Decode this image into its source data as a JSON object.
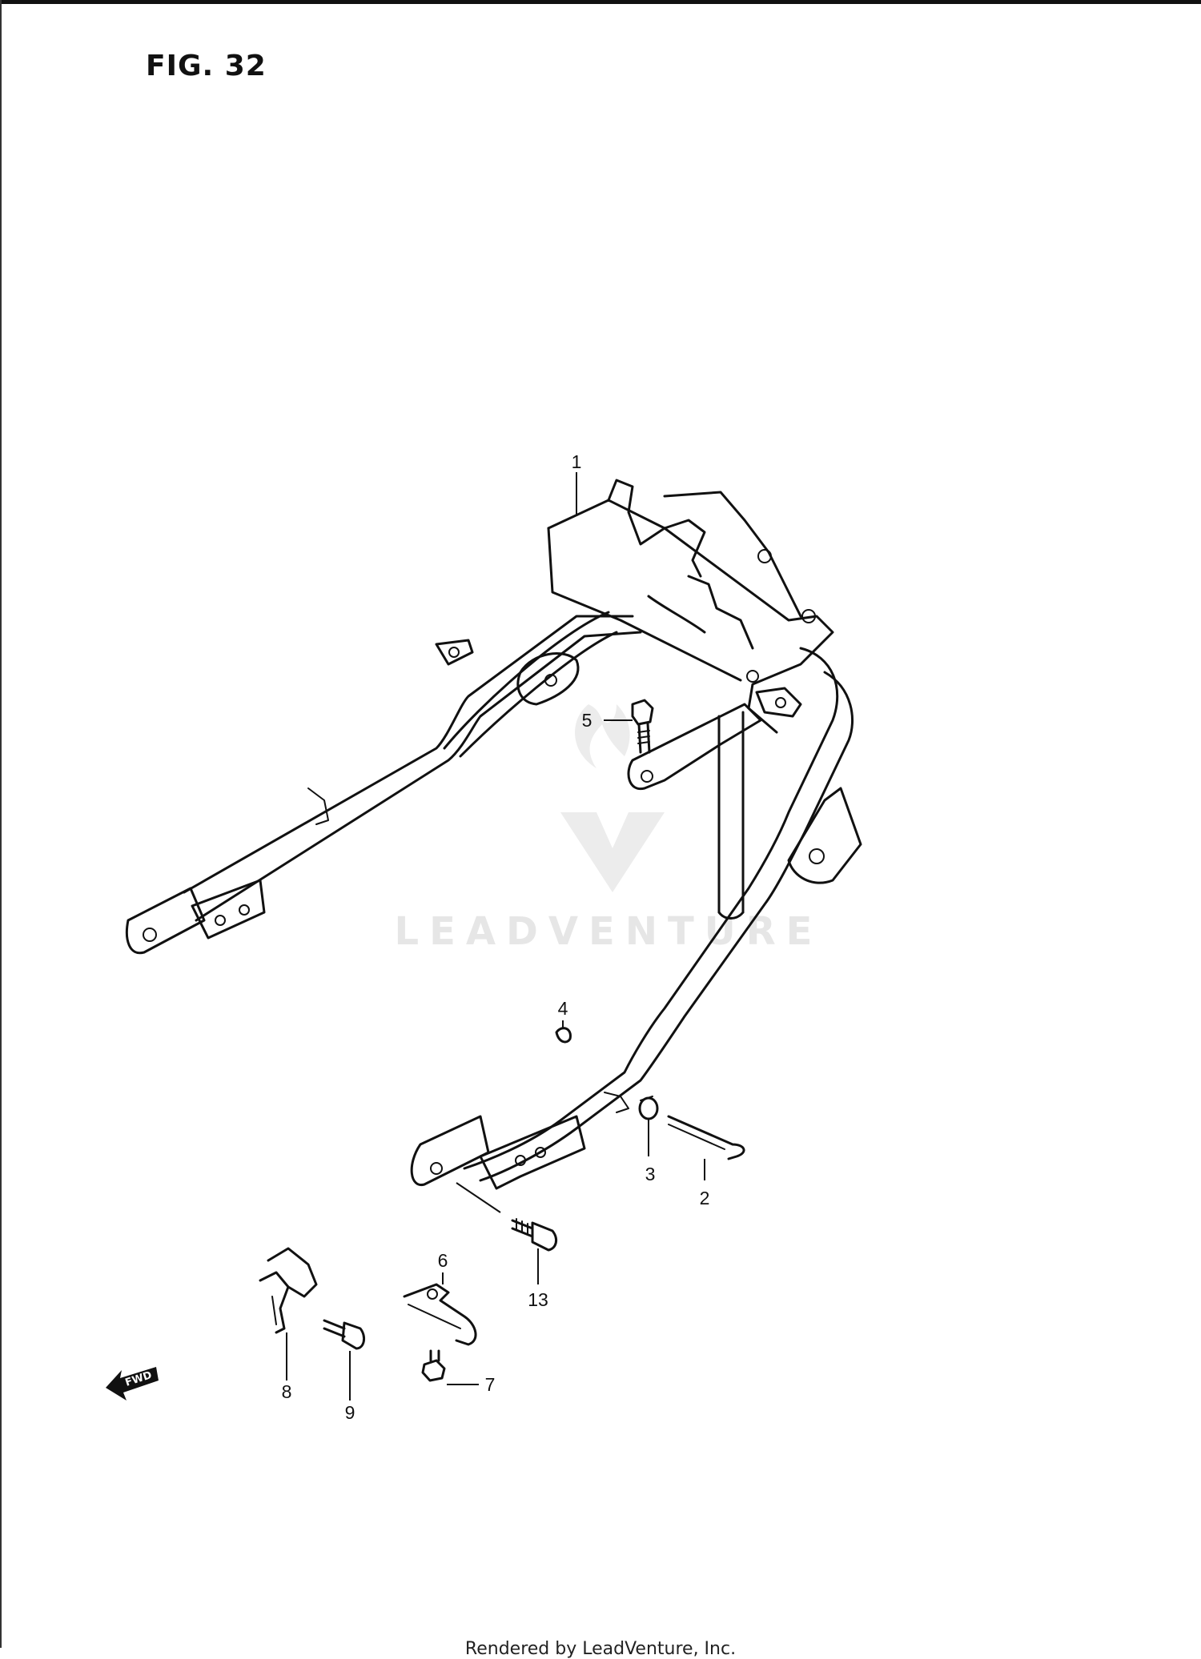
{
  "figure": {
    "title": "FIG. 32"
  },
  "watermark": {
    "text": "LEADVENTURE"
  },
  "direction_marker": {
    "label": "FWD"
  },
  "callouts": [
    {
      "id": "c1",
      "label": "1"
    },
    {
      "id": "c2",
      "label": "2"
    },
    {
      "id": "c3",
      "label": "3"
    },
    {
      "id": "c4",
      "label": "4"
    },
    {
      "id": "c5",
      "label": "5"
    },
    {
      "id": "c6",
      "label": "6"
    },
    {
      "id": "c7",
      "label": "7"
    },
    {
      "id": "c8",
      "label": "8"
    },
    {
      "id": "c9",
      "label": "9"
    },
    {
      "id": "c13",
      "label": "13"
    }
  ],
  "footer": {
    "text": "Rendered by LeadVenture, Inc."
  }
}
